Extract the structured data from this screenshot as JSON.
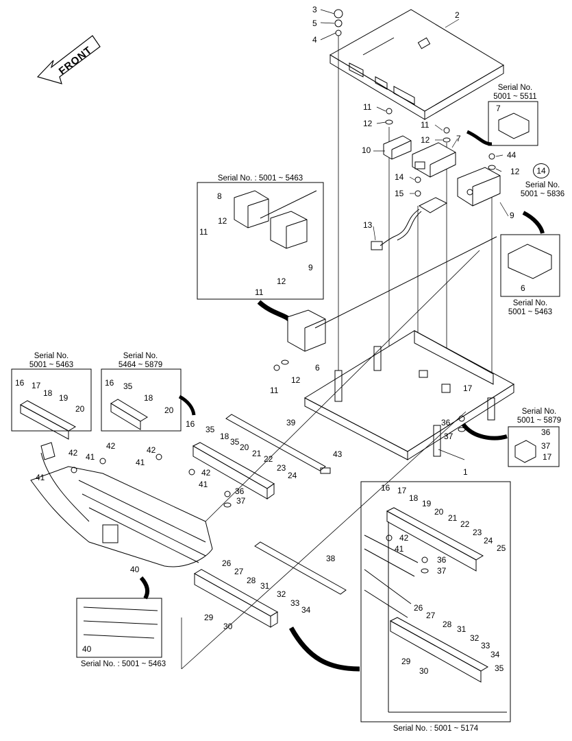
{
  "front_label": "FRONT",
  "part_numbers": [
    "1",
    "2",
    "3",
    "4",
    "5",
    "6",
    "7",
    "8",
    "9",
    "10",
    "11",
    "12",
    "13",
    "14",
    "15",
    "16",
    "17",
    "18",
    "19",
    "20",
    "21",
    "22",
    "23",
    "24",
    "25",
    "26",
    "27",
    "28",
    "29",
    "30",
    "31",
    "32",
    "33",
    "34",
    "35",
    "36",
    "37",
    "38",
    "39",
    "40",
    "41",
    "42",
    "43",
    "44"
  ],
  "serial_notes": {
    "top_right_7": [
      "Serial No.",
      "5001 ~ 5511"
    ],
    "right_14": [
      "Serial No.",
      "5001 ~ 5836"
    ],
    "right_6": [
      "Serial No.",
      "5001 ~ 5463"
    ],
    "inset_8_9": "Serial No. : 5001 ~ 5463",
    "left_relay_a": [
      "Serial No.",
      "5001 ~ 5463"
    ],
    "left_relay_b": [
      "Serial No.",
      "5464 ~ 5879"
    ],
    "right_17": [
      "Serial No.",
      "5001 ~ 5879"
    ],
    "bottom_40": "Serial No. : 5001 ~ 5463",
    "bottom_right": "Serial No. : 5001 ~ 5174"
  },
  "circled_ref": "14"
}
